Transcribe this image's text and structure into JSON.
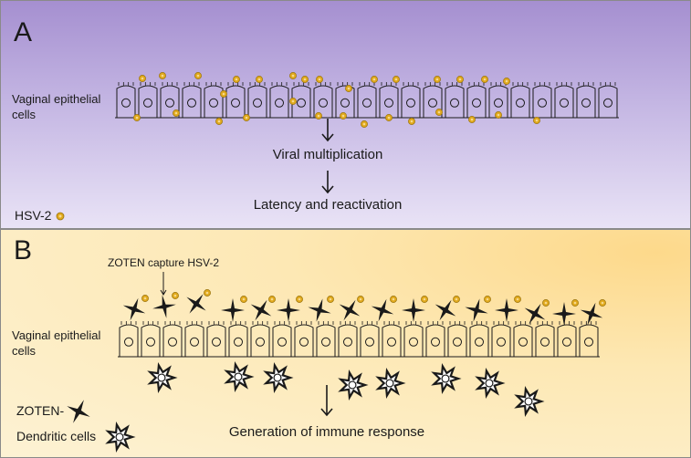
{
  "panel_a": {
    "letter": "A",
    "epithelium_label_line1": "Vaginal epithelial",
    "epithelium_label_line2": "cells",
    "step1": "Viral multiplication",
    "step2": "Latency and reactivation",
    "legend_virus": "HSV-2"
  },
  "panel_b": {
    "letter": "B",
    "capture_label": "ZOTEN capture HSV-2",
    "epithelium_label_line1": "Vaginal epithelial",
    "epithelium_label_line2": "cells",
    "outcome": "Generation of immune response",
    "legend_zoten": "ZOTEN-",
    "legend_dendritic": "Dendritic cells"
  },
  "colors": {
    "panel_a_top": "#a58fd0",
    "panel_a_bottom": "#e9e3f6",
    "panel_b_accent": "#fdd98b",
    "virus": "#e0a91c",
    "outline": "#1a1a1a"
  }
}
